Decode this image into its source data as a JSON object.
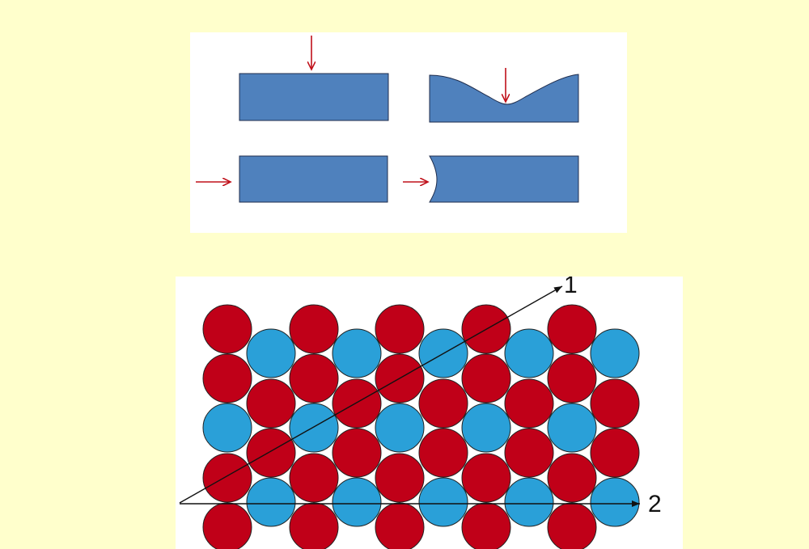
{
  "colors": {
    "background": "#ffffcc",
    "panel": "#ffffff",
    "block_fill": "#4f81bd",
    "block_stroke": "#1f2d4d",
    "force_arrow": "#c0101a",
    "atom_red": "#c00018",
    "atom_blue": "#2aa0d8",
    "atom_stroke": "#222222",
    "direction_line": "#111111"
  },
  "deformation_panel": {
    "items": [
      {
        "name": "block-undeformed-vertical-load",
        "shape": "rectangle",
        "arrow": "down"
      },
      {
        "name": "block-deformed-vertical-load",
        "shape": "dented-top",
        "arrow": "down"
      },
      {
        "name": "block-undeformed-horizontal-load",
        "shape": "rectangle",
        "arrow": "right"
      },
      {
        "name": "block-deformed-horizontal-load",
        "shape": "dented-left",
        "arrow": "right"
      }
    ]
  },
  "lattice": {
    "direction_1_label": "1",
    "direction_2_label": "2"
  }
}
